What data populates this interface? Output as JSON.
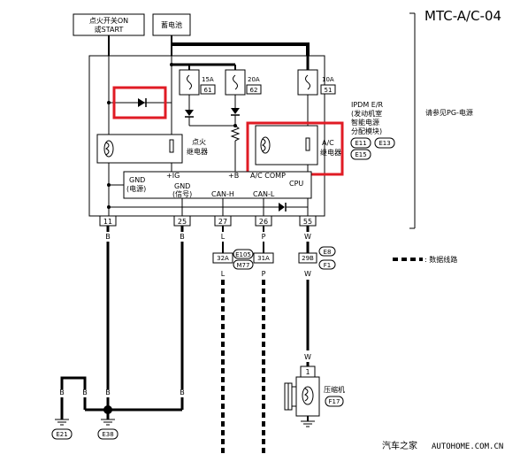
{
  "diagram": {
    "code": "MTC-A/C-04",
    "see_power_note": "请参见PG-电源",
    "watermark_cn": "汽车之家",
    "watermark_url": "AUTOHOME.COM.CN",
    "legend_label": ": 数据线路",
    "sources": {
      "ign_line1": "点火开关ON",
      "ign_line2": "或START",
      "battery": "蓄电池"
    },
    "fuses": [
      {
        "rating": "15A",
        "number": "61"
      },
      {
        "rating": "20A",
        "number": "62"
      },
      {
        "rating": "10A",
        "number": "51"
      }
    ],
    "ipdm": {
      "line1": "IPDM E/R",
      "line2": "(发动机室",
      "line3": "智能电源",
      "line4": "分配模块)",
      "refs": [
        "E11",
        "E13",
        "E15"
      ],
      "ign_relay_l1": "点火",
      "ign_relay_l2": "继电器",
      "ac_relay_l1": "A/C",
      "ac_relay_l2": "继电器",
      "cpu": "CPU",
      "pins": {
        "gnd_power_l1": "GND",
        "gnd_power_l2": "(电源)",
        "ig": "+IG",
        "b": "+B",
        "gnd_signal_l1": "GND",
        "gnd_signal_l2": "(信号)",
        "can_h": "CAN-H",
        "can_l": "CAN-L",
        "ac_comp": "A/C COMP"
      }
    },
    "terminals": [
      "11",
      "25",
      "27",
      "26",
      "55"
    ],
    "wire_colors": {
      "b": "B",
      "l": "L",
      "p": "P",
      "w": "W"
    },
    "joint": {
      "can_h": "32A",
      "can_l": "31A",
      "refs": [
        "E105",
        "M77"
      ],
      "w": "29B",
      "w_refs": [
        "E8",
        "F1"
      ]
    },
    "compressor": {
      "pin": "1",
      "label": "压缩机",
      "ref": "F17"
    },
    "grounds": [
      "E21",
      "E38"
    ],
    "highlight_color": "#e01b24"
  }
}
